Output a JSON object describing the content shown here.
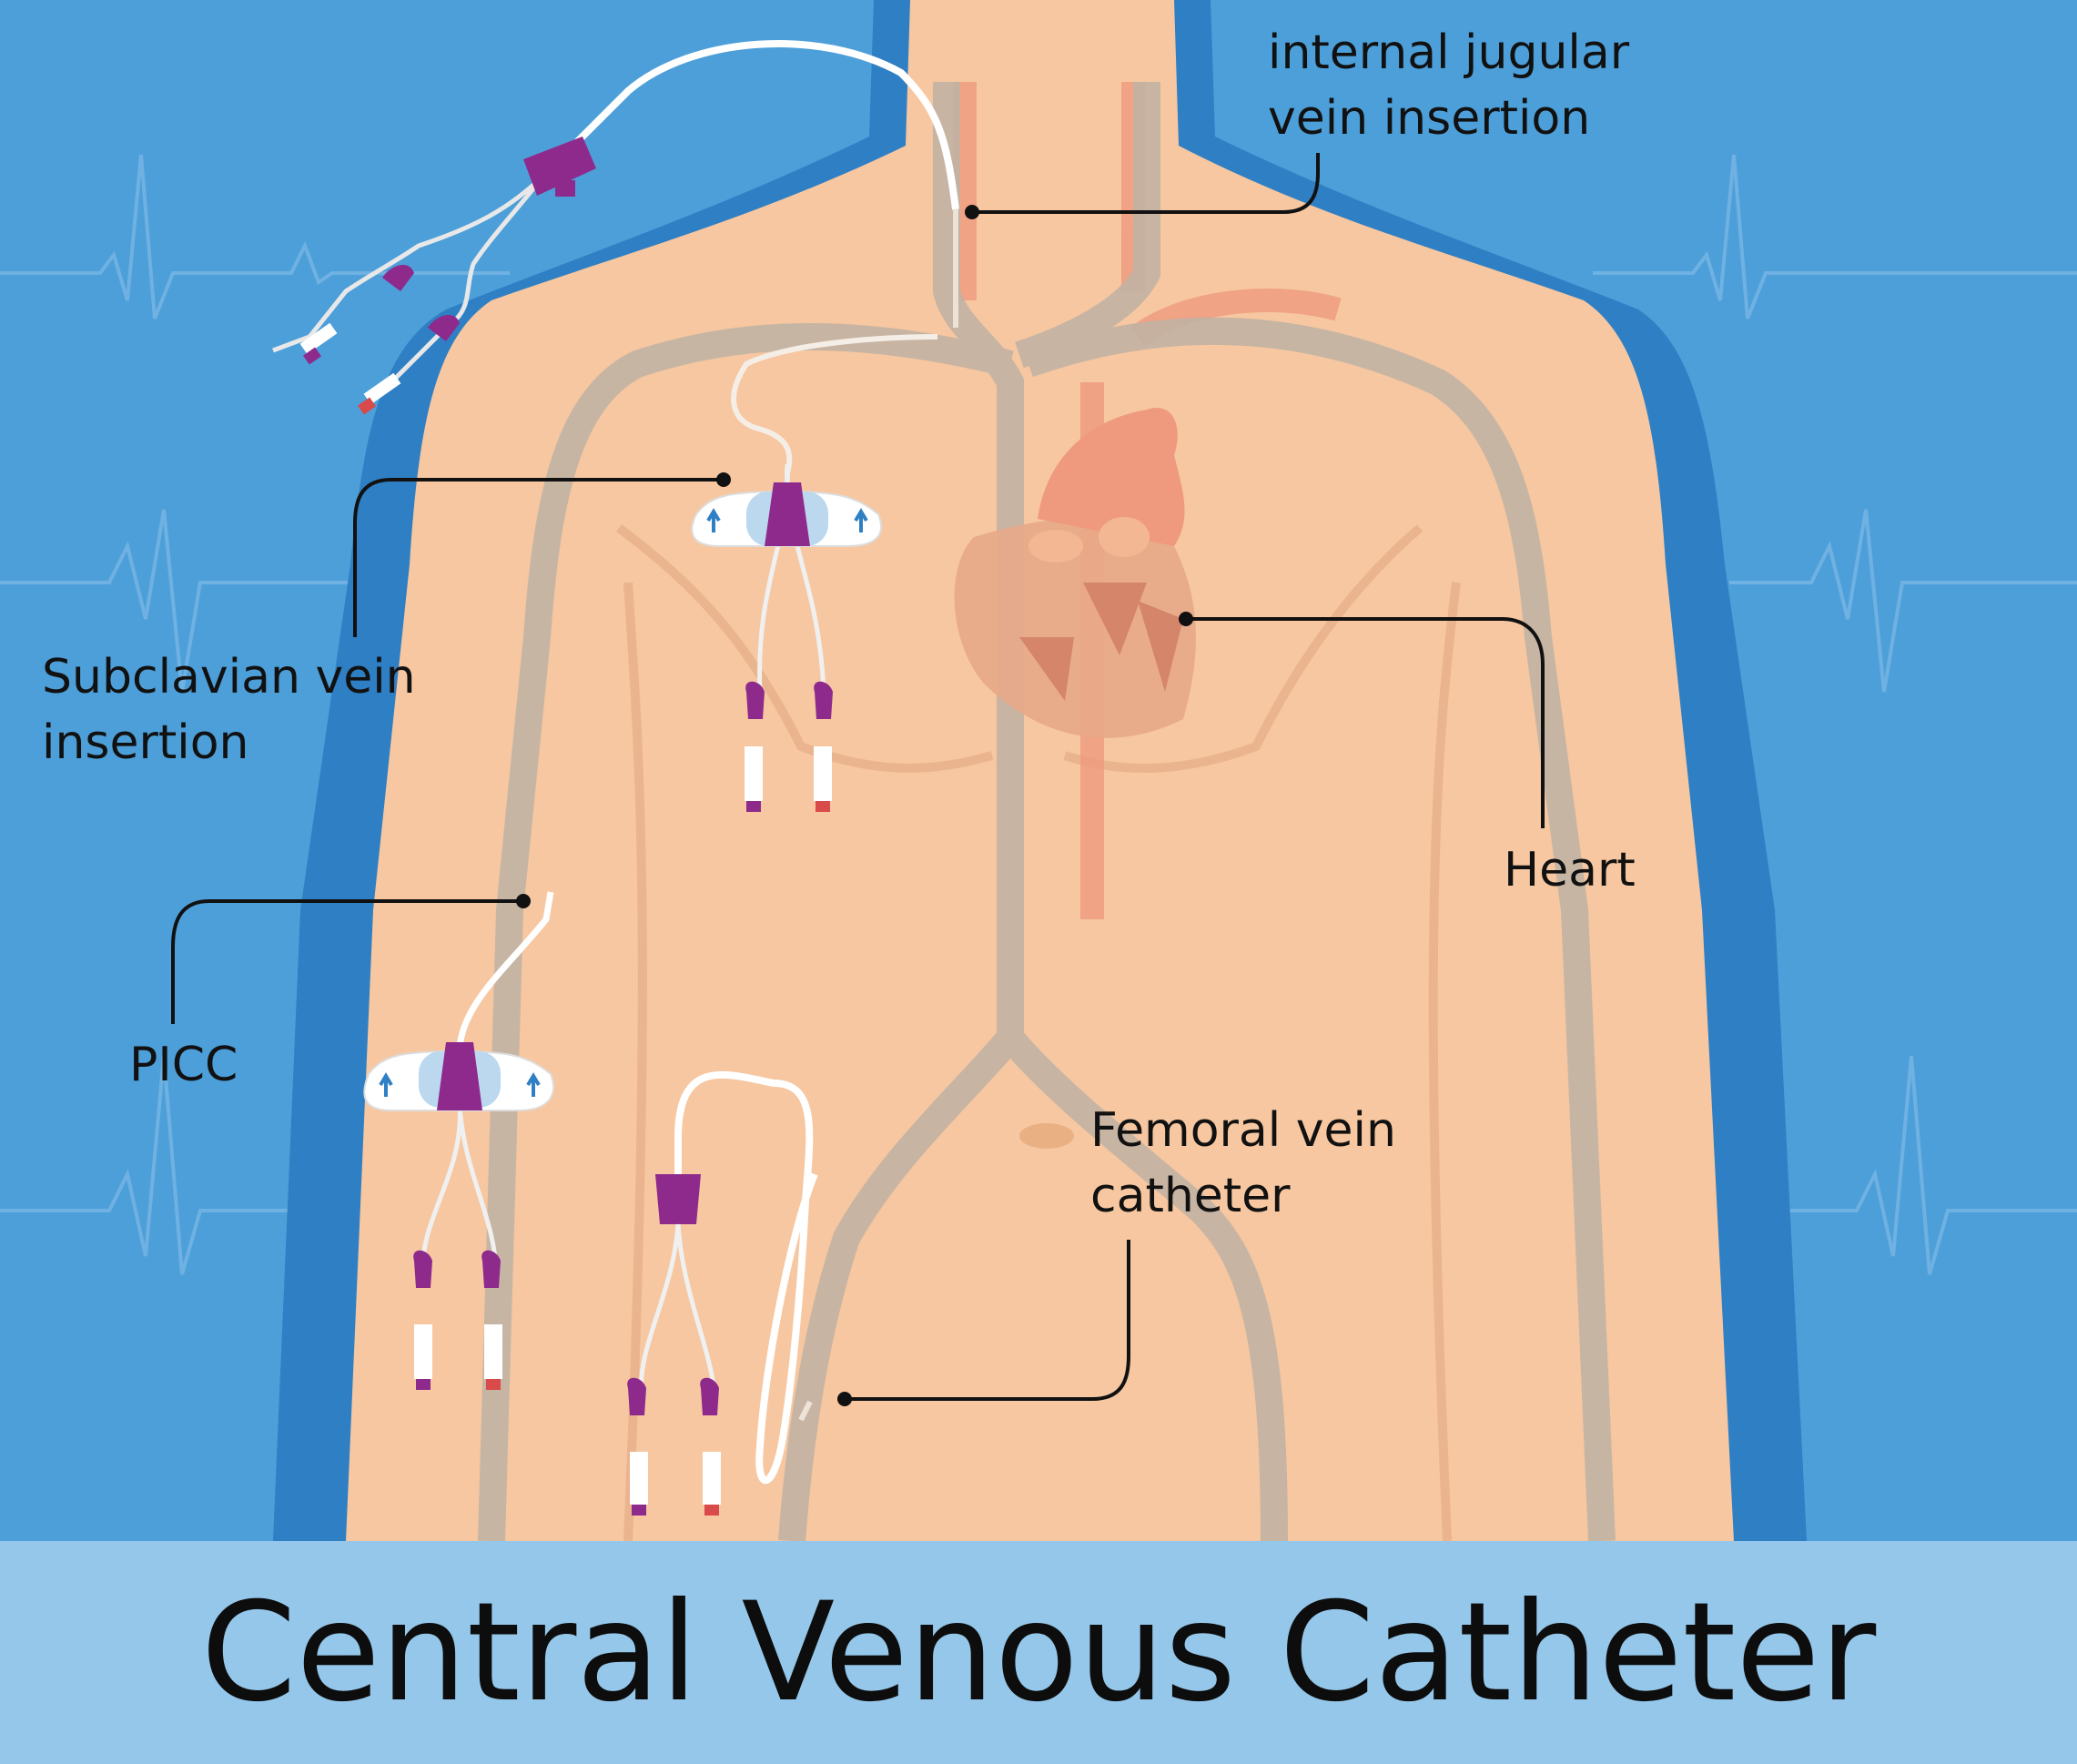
{
  "title": "Central Venous Catheter",
  "labels": {
    "internal_jugular": [
      "internal jugular",
      "vein insertion"
    ],
    "subclavian": [
      "Subclavian vein",
      "insertion"
    ],
    "heart": "Heart",
    "picc": "PICC",
    "femoral": [
      "Femoral vein",
      "catheter"
    ]
  },
  "colors": {
    "background": "#4d9fd9",
    "body_outline": "#2f7fc4",
    "skin": "#f6c7a0",
    "vein": "#c2b2a4",
    "artery": "#ef9a7e",
    "heart": "#e8a888",
    "clamp": "#8e2a8c",
    "title_band": "#94c7ea"
  }
}
